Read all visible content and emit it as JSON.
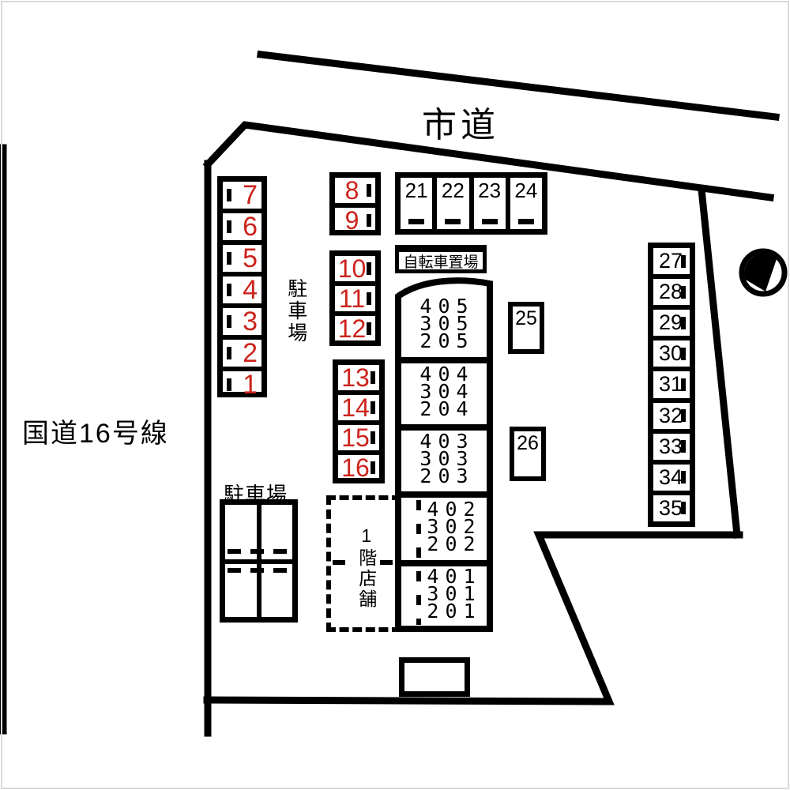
{
  "page": {
    "background": "#ffffff",
    "line_color": "#000000",
    "red_stall_number_color": "#cc231b"
  },
  "roads": {
    "top_road_label": "市道",
    "left_road_label": "国道16号線"
  },
  "area_labels": {
    "parking_upper_vertical": "駐車場",
    "parking_lower": "駐車場",
    "bicycle_parking": "自転車置場",
    "first_floor_store_vertical": "1階店舗"
  },
  "parking": {
    "left_column_stalls": [
      "7",
      "6",
      "5",
      "4",
      "3",
      "2",
      "1"
    ],
    "middle_top_stalls": [
      "8",
      "9"
    ],
    "middle_mid_stalls": [
      "10",
      "11",
      "12"
    ],
    "middle_lower_stalls": [
      "13",
      "14",
      "15",
      "16"
    ],
    "top_row_stalls": [
      "21",
      "22",
      "23",
      "24"
    ],
    "right_column_stalls": [
      "27",
      "28",
      "29",
      "30",
      "31",
      "32",
      "33",
      "34",
      "35"
    ],
    "standalone_stall_a": "25",
    "standalone_stall_b": "26"
  },
  "building": {
    "sections": [
      {
        "units": [
          "405",
          "305",
          "205"
        ]
      },
      {
        "units": [
          "404",
          "304",
          "204"
        ]
      },
      {
        "units": [
          "403",
          "303",
          "203"
        ]
      },
      {
        "units": [
          "402",
          "302",
          "202"
        ]
      },
      {
        "units": [
          "401",
          "301",
          "201"
        ]
      }
    ]
  },
  "compass": {
    "icon": "north-arrow-compass"
  }
}
